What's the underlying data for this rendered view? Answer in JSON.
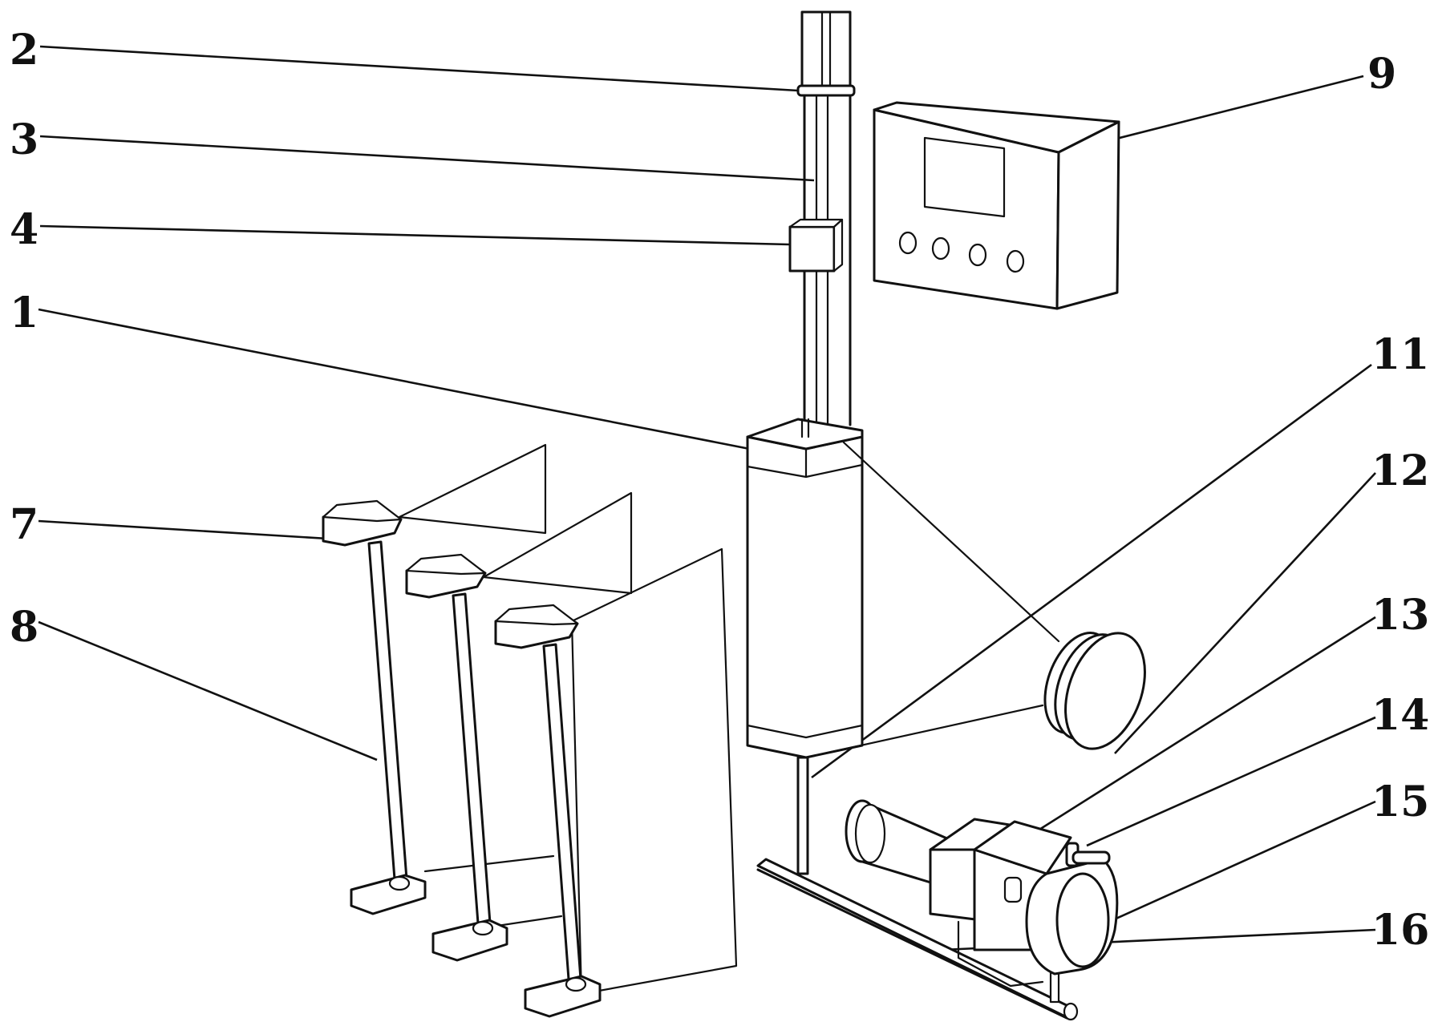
{
  "labels": {
    "l1": "1",
    "l2": "2",
    "l3": "3",
    "l4": "4",
    "l7": "7",
    "l8": "8",
    "l9": "9",
    "l11": "11",
    "l12": "12",
    "l13": "13",
    "l14": "14",
    "l15": "15",
    "l16": "16"
  },
  "colors": {
    "line": "#111111",
    "background": "#ffffff"
  }
}
